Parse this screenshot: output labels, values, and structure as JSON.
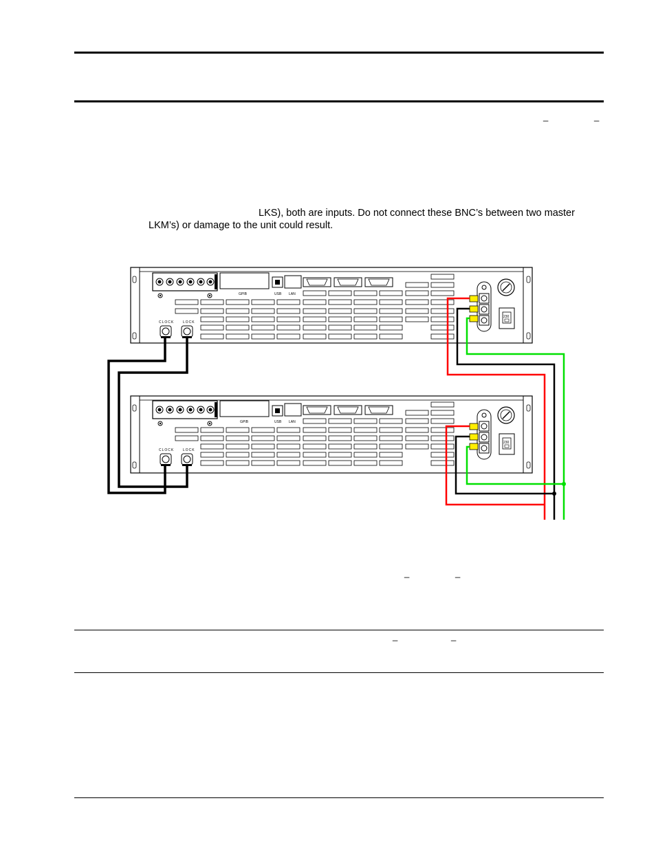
{
  "body": {
    "line1": "LKS), both are inputs.  Do not connect these BNC’s between two master",
    "line2": "LKM’s) or damage to the unit could result.",
    "underscore_marks": [
      "_",
      "_",
      "_",
      "_",
      "_",
      "_"
    ]
  },
  "figure": {
    "units": [
      {
        "labels": {
          "gpib": "GPIB",
          "usb": "USB",
          "lan": "LAN",
          "clock": "CLOCK",
          "lock": "LOCK",
          "voltage": "230"
        }
      },
      {
        "labels": {
          "gpib": "GPIB",
          "usb": "USB",
          "lan": "LAN",
          "clock": "CLOCK",
          "lock": "LOCK",
          "voltage": "230"
        }
      }
    ],
    "wire_colors": {
      "red": "#ff0000",
      "black": "#000000",
      "green": "#00e000",
      "terminal": "#ffee00"
    }
  }
}
